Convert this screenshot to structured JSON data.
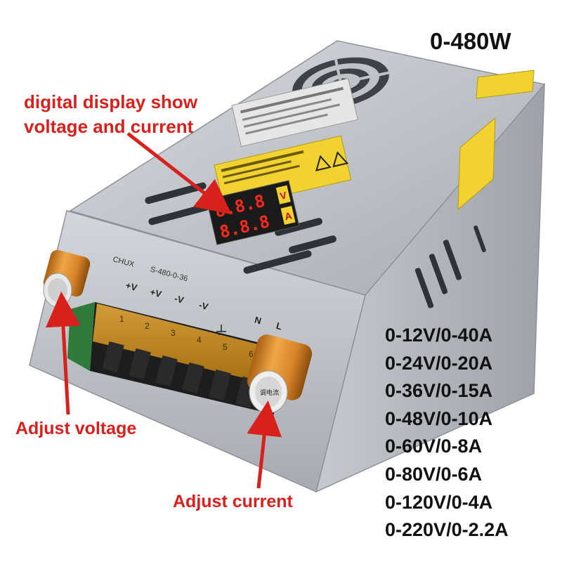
{
  "image": {
    "power_rating": "0-480W",
    "callouts": {
      "display_line1": "digital display show",
      "display_line2": "voltage and current",
      "adjust_voltage": "Adjust voltage",
      "adjust_current": "Adjust current"
    },
    "specs": [
      "0-12V/0-40A",
      "0-24V/0-20A",
      "0-36V/0-15A",
      "0-48V/0-10A",
      "0-60V/0-8A",
      "0-80V/0-6A",
      "0-120V/0-4A",
      "0-220V/0-2.2A"
    ],
    "device": {
      "brand": "CHUX",
      "model": "S-480-0-36",
      "output_terminals": [
        "+V",
        "+V",
        "-V",
        "-V"
      ],
      "input_terminals": [
        "N",
        "L"
      ],
      "terminal_numbers": [
        "1",
        "2",
        "3",
        "4",
        "5",
        "6"
      ],
      "display_units": [
        "V",
        "A"
      ],
      "knob_label": "调电流"
    },
    "colors": {
      "callout_red": "#d8201d",
      "text_black": "#111111",
      "case_silver": "#c9ccd1",
      "knob_orange": "#d98a2a",
      "warning_yellow": "#f2d230",
      "terminal_amber": "#c98a1c",
      "display_red": "#ff2a1a"
    },
    "icons": [
      "fan-grille-icon",
      "warning-triangle-icon",
      "ground-symbol-icon"
    ]
  }
}
